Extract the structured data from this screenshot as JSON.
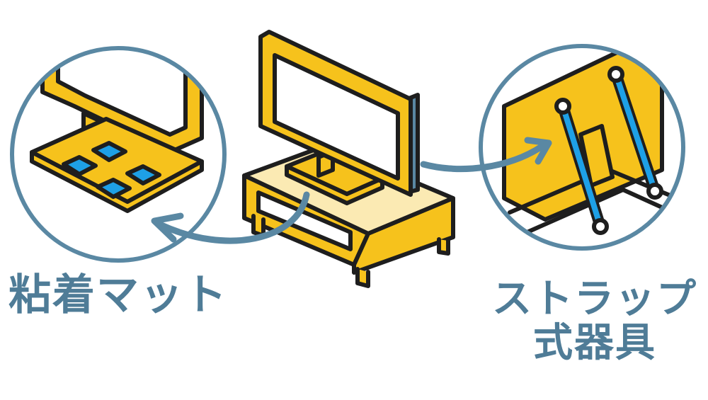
{
  "labels": {
    "adhesive_mat": "粘着マット",
    "strap_line1": "ストラップ",
    "strap_line2": "式器具"
  },
  "colors": {
    "outline": "#1e1e1e",
    "yellow": "#f6c21c",
    "cream": "#fbeab3",
    "blue_pad": "#1ea0e6",
    "accent": "#4f7c97",
    "circle": "#5a88a3"
  },
  "icons": [
    "tv-icon",
    "tv-stand-icon",
    "adhesive-mat-icon",
    "strap-fixture-icon",
    "arrow-icon"
  ]
}
